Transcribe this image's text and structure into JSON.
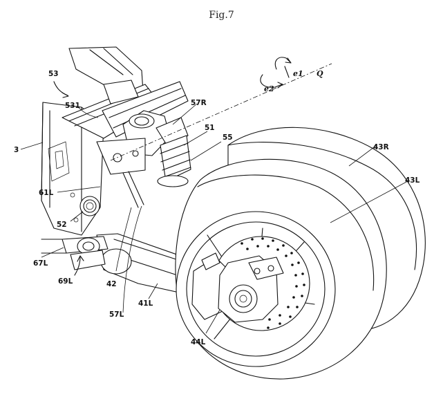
{
  "figure": {
    "title": "Fig.7"
  },
  "labels": {
    "l53": "53",
    "l531": "531",
    "l3": "3",
    "l61L": "61L",
    "l52": "52",
    "l67L": "67L",
    "l69L": "69L",
    "l42": "42",
    "l57L": "57L",
    "l41L": "41L",
    "l44L": "44L",
    "l57R": "57R",
    "l51": "51",
    "l55": "55",
    "l43R": "43R",
    "l43L": "43L",
    "le1": "e1",
    "le2": "e2",
    "lQ": "Q"
  }
}
